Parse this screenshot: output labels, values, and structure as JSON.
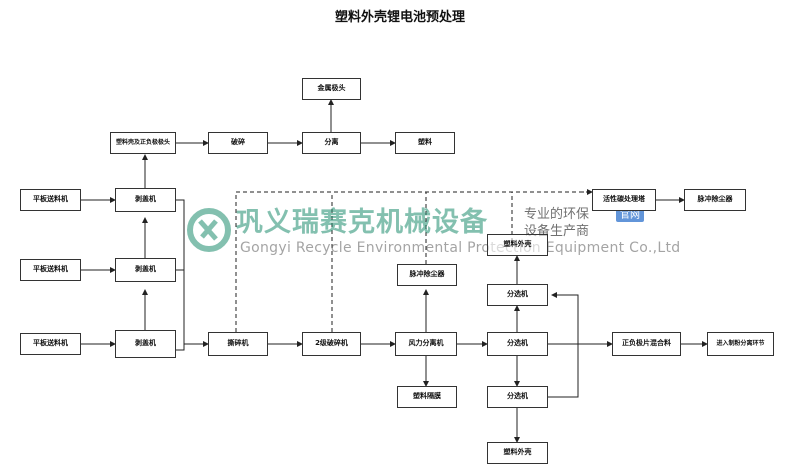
{
  "title": "塑料外壳锂电池预处理",
  "boxes": {
    "feeder1": "平板送料机",
    "feeder2": "平板送料机",
    "feeder3": "平板送料机",
    "cover1": "剥盖机",
    "cover2": "剥盖机",
    "cover3": "剥盖机",
    "shell_terminals": "塑料壳及正负极极头",
    "crush": "破碎",
    "separate": "分离",
    "metal_terminals": "金属极头",
    "plastic": "塑料",
    "activated_carbon": "活性碳处理塔",
    "pulse_dust_top": "脉冲除尘器",
    "shredder": "撕碎机",
    "crusher2": "2级破碎机",
    "pulse_dust_mid": "脉冲除尘器",
    "air_separator": "风力分离机",
    "plastic_film": "塑料隔膜",
    "sorter_upper": "分选机",
    "sorter_main": "分选机",
    "sorter_lower": "分选机",
    "plastic_shell_mid": "塑料外壳",
    "plastic_shell_bottom": "塑料外壳",
    "electrode_mix": "正负极片混合料",
    "next_stage": "进入制粉分离环节"
  },
  "watermark": {
    "company_cn": "巩义瑞赛克机械设备",
    "company_en": "Gongyi Recycle Environmental Protection Equipment Co.,Ltd",
    "slogan1": "专业的环保",
    "slogan2": "设备生产商",
    "tag": "官网",
    "logo_icon": "recycle-arrows-icon"
  },
  "colors": {
    "line": "#222222",
    "watermark_green": "#1e8c6e"
  }
}
